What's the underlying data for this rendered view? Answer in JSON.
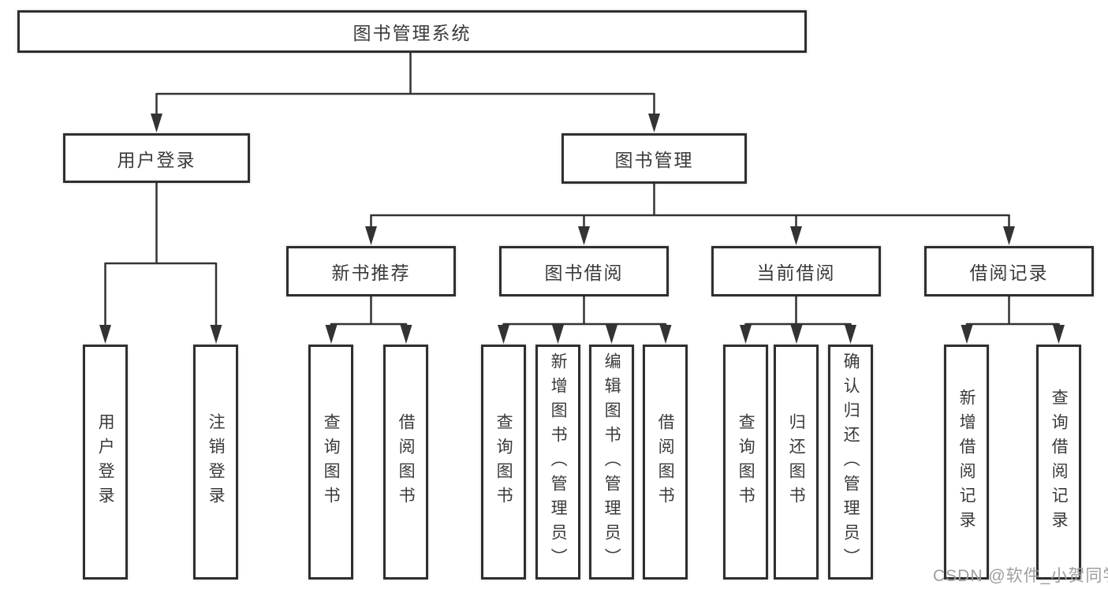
{
  "diagram": {
    "type": "hierarchy-tree",
    "root": {
      "label": "图书管理系统"
    },
    "level2": [
      {
        "label": "用户登录",
        "parent": "图书管理系统"
      },
      {
        "label": "图书管理",
        "parent": "图书管理系统"
      }
    ],
    "level3": [
      {
        "label": "新书推荐",
        "parent": "图书管理"
      },
      {
        "label": "图书借阅",
        "parent": "图书管理"
      },
      {
        "label": "当前借阅",
        "parent": "图书管理"
      },
      {
        "label": "借阅记录",
        "parent": "图书管理"
      }
    ],
    "leaves": [
      {
        "label": "用户登录",
        "parent": "用户登录"
      },
      {
        "label": "注销登录",
        "parent": "用户登录"
      },
      {
        "label": "查询图书",
        "parent": "新书推荐"
      },
      {
        "label": "借阅图书",
        "parent": "新书推荐"
      },
      {
        "label": "查询图书",
        "parent": "图书借阅"
      },
      {
        "label": "新增图书（管理员）",
        "parent": "图书借阅"
      },
      {
        "label": "编辑图书（管理员）",
        "parent": "图书借阅"
      },
      {
        "label": "借阅图书",
        "parent": "图书借阅"
      },
      {
        "label": "查询图书",
        "parent": "当前借阅"
      },
      {
        "label": "归还图书",
        "parent": "当前借阅"
      },
      {
        "label": "确认归还（管理员）",
        "parent": "当前借阅"
      },
      {
        "label": "新增借阅记录",
        "parent": "借阅记录"
      },
      {
        "label": "查询借阅记录",
        "parent": "借阅记录"
      }
    ],
    "watermark": "CSDN @软件_小贺同学",
    "colors": {
      "line": "#333333",
      "box_border": "#2f2f2f",
      "text": "#3a3a3a",
      "watermark": "#9e9e9e",
      "background": "#ffffff"
    }
  }
}
